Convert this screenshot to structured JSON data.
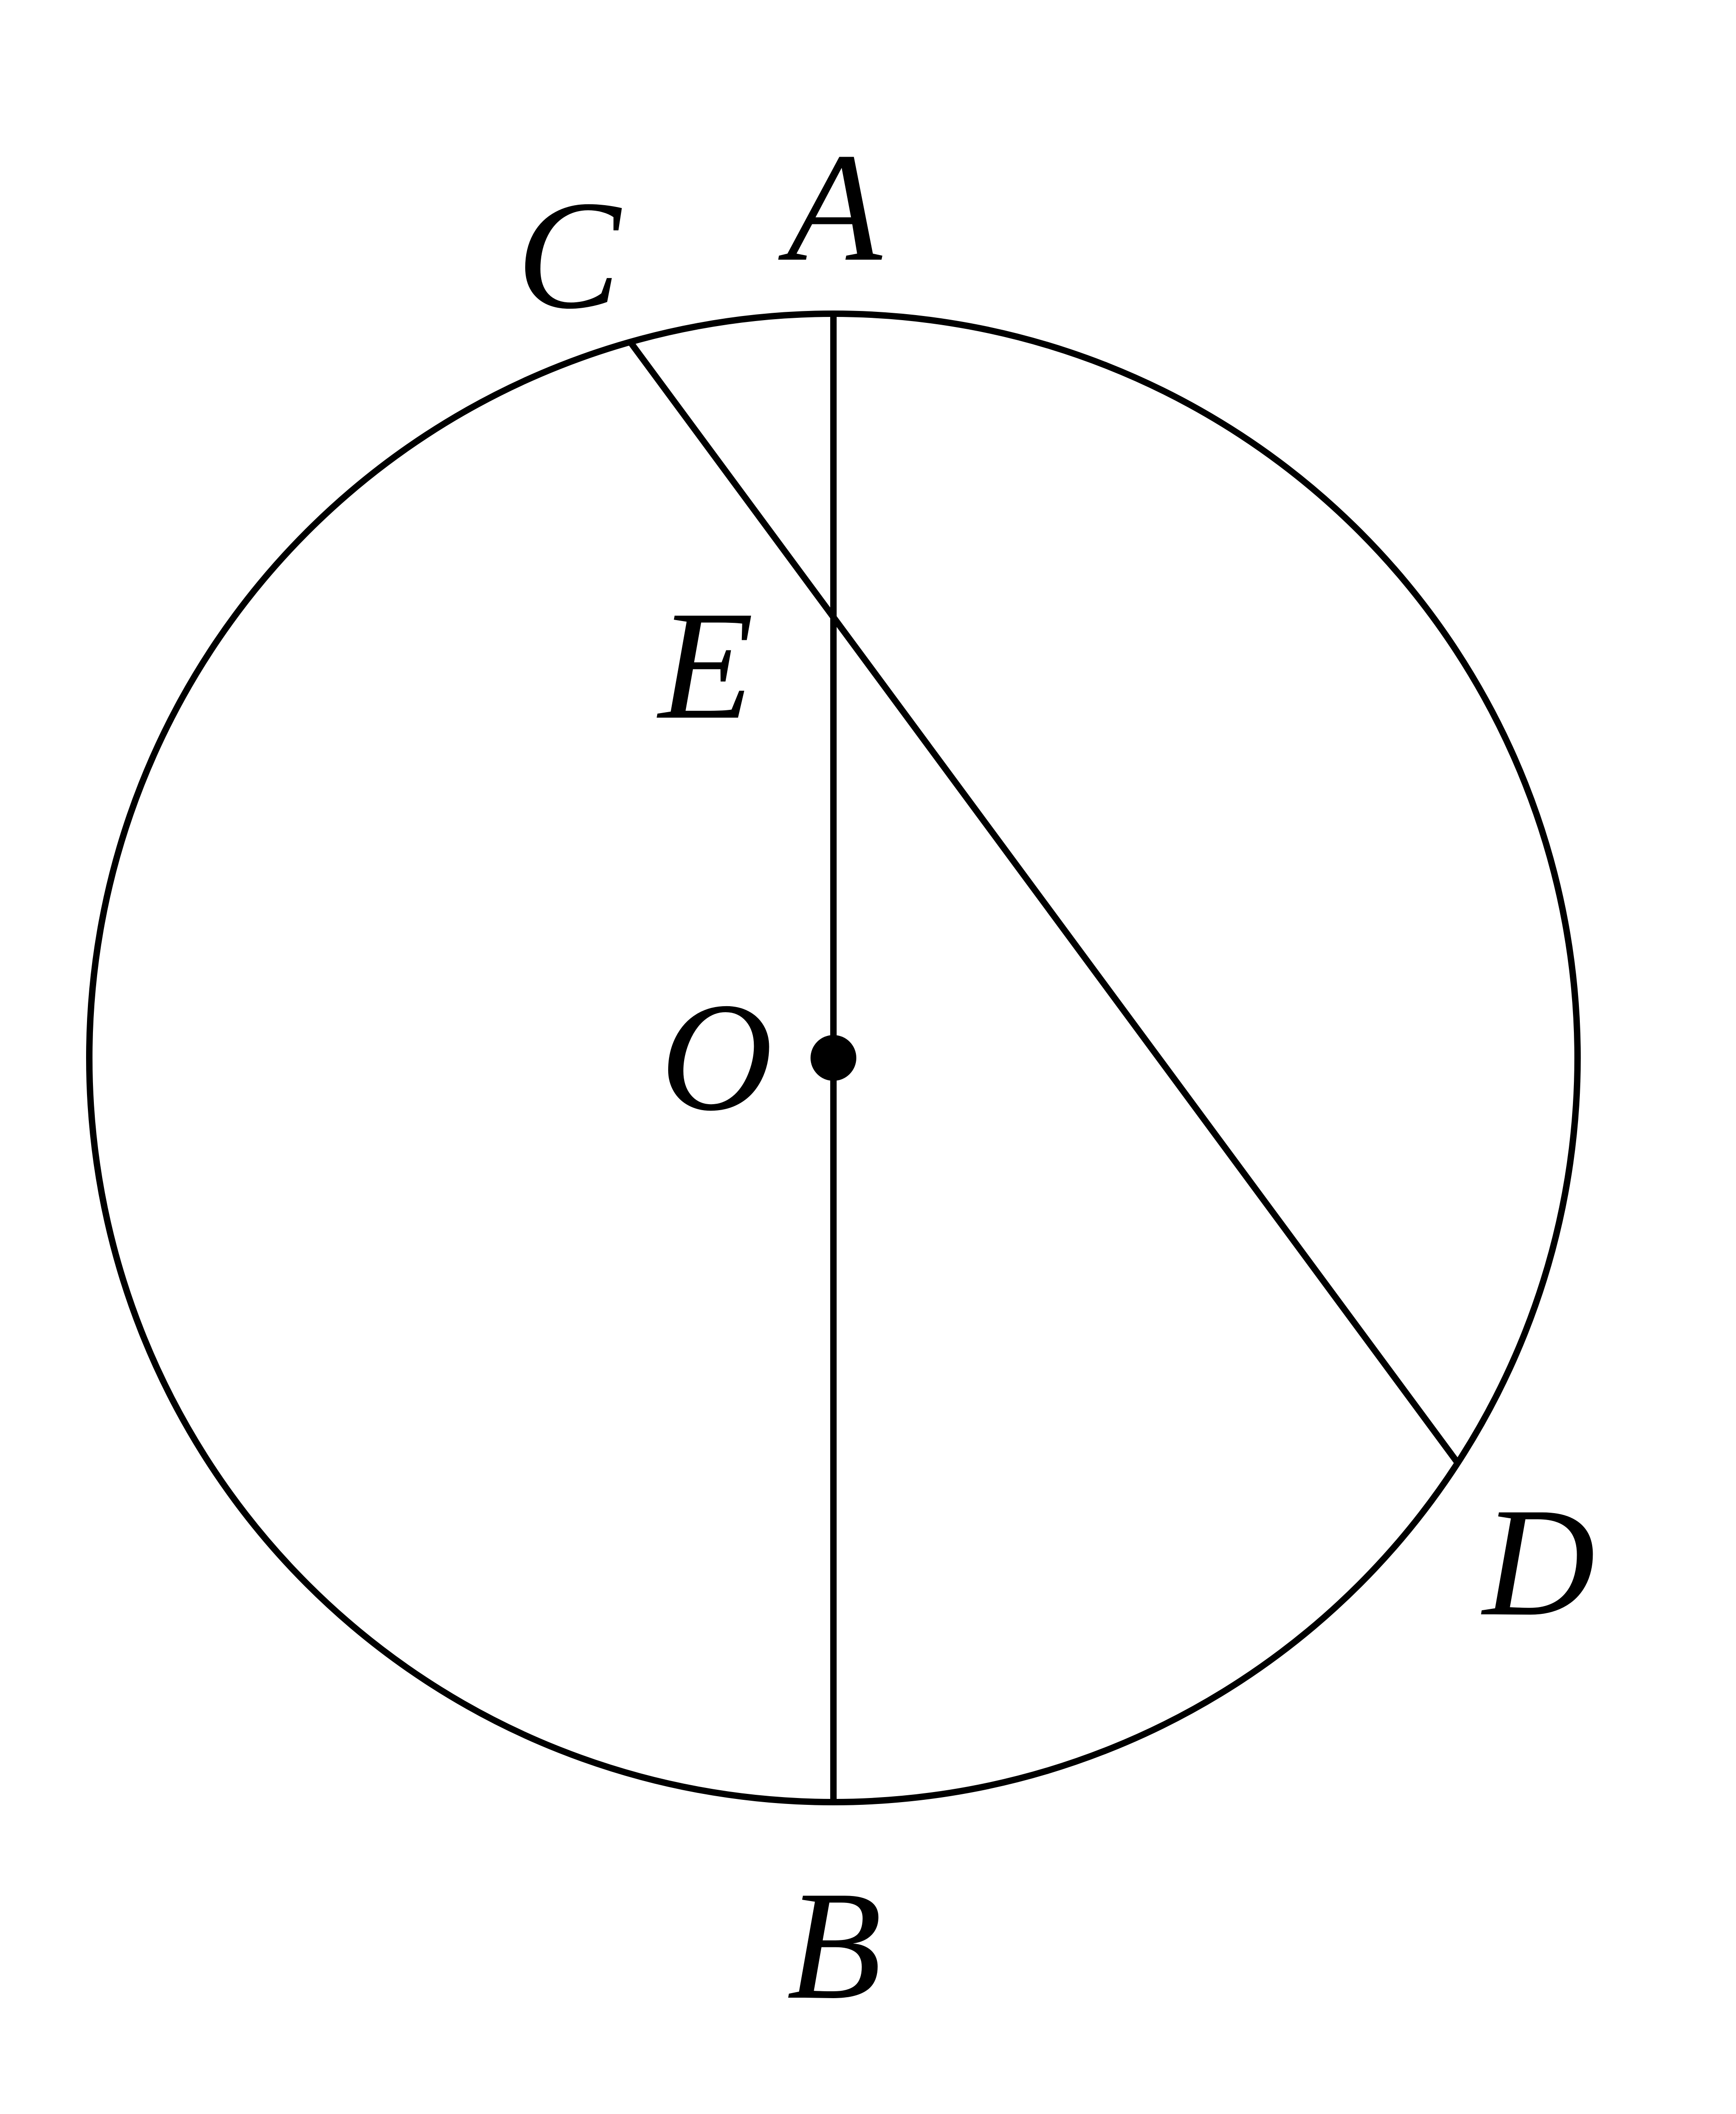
{
  "diagram": {
    "labels": {
      "A": "A",
      "B": "B",
      "C": "C",
      "D": "D",
      "E": "E",
      "O": "O"
    },
    "colors": {
      "stroke": "#000000",
      "background": "#ffffff"
    }
  }
}
